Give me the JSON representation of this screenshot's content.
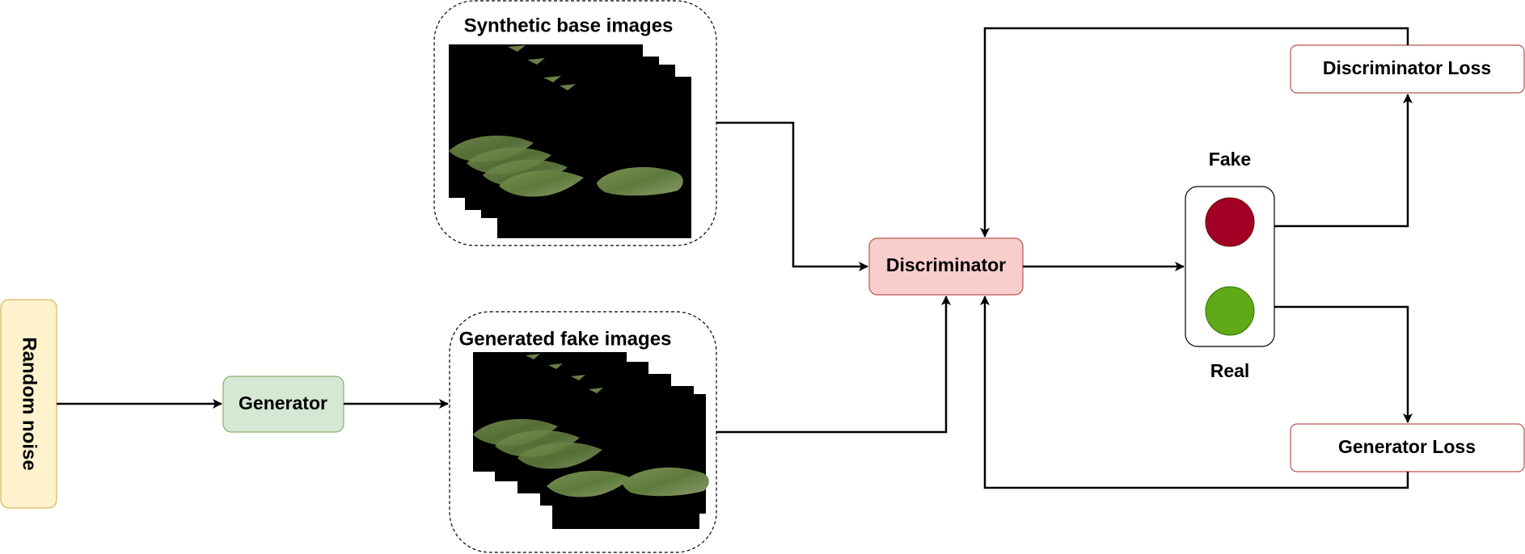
{
  "nodes": {
    "random_noise": "Random noise",
    "generator": "Generator",
    "discriminator": "Discriminator",
    "discriminator_loss": "Discriminator Loss",
    "generator_loss": "Generator Loss"
  },
  "groups": {
    "synthetic": "Synthetic base images",
    "generated": "Generated fake images"
  },
  "indicator": {
    "fake": "Fake",
    "real": "Real"
  },
  "colors": {
    "noise_fill": "#fff2cc",
    "noise_stroke": "#d6b656",
    "generator_fill": "#d5e8d4",
    "generator_stroke": "#82b366",
    "discriminator_fill": "#f8cecc",
    "discriminator_stroke": "#b85450",
    "fake_light": "#a20025",
    "real_light": "#60a917"
  }
}
